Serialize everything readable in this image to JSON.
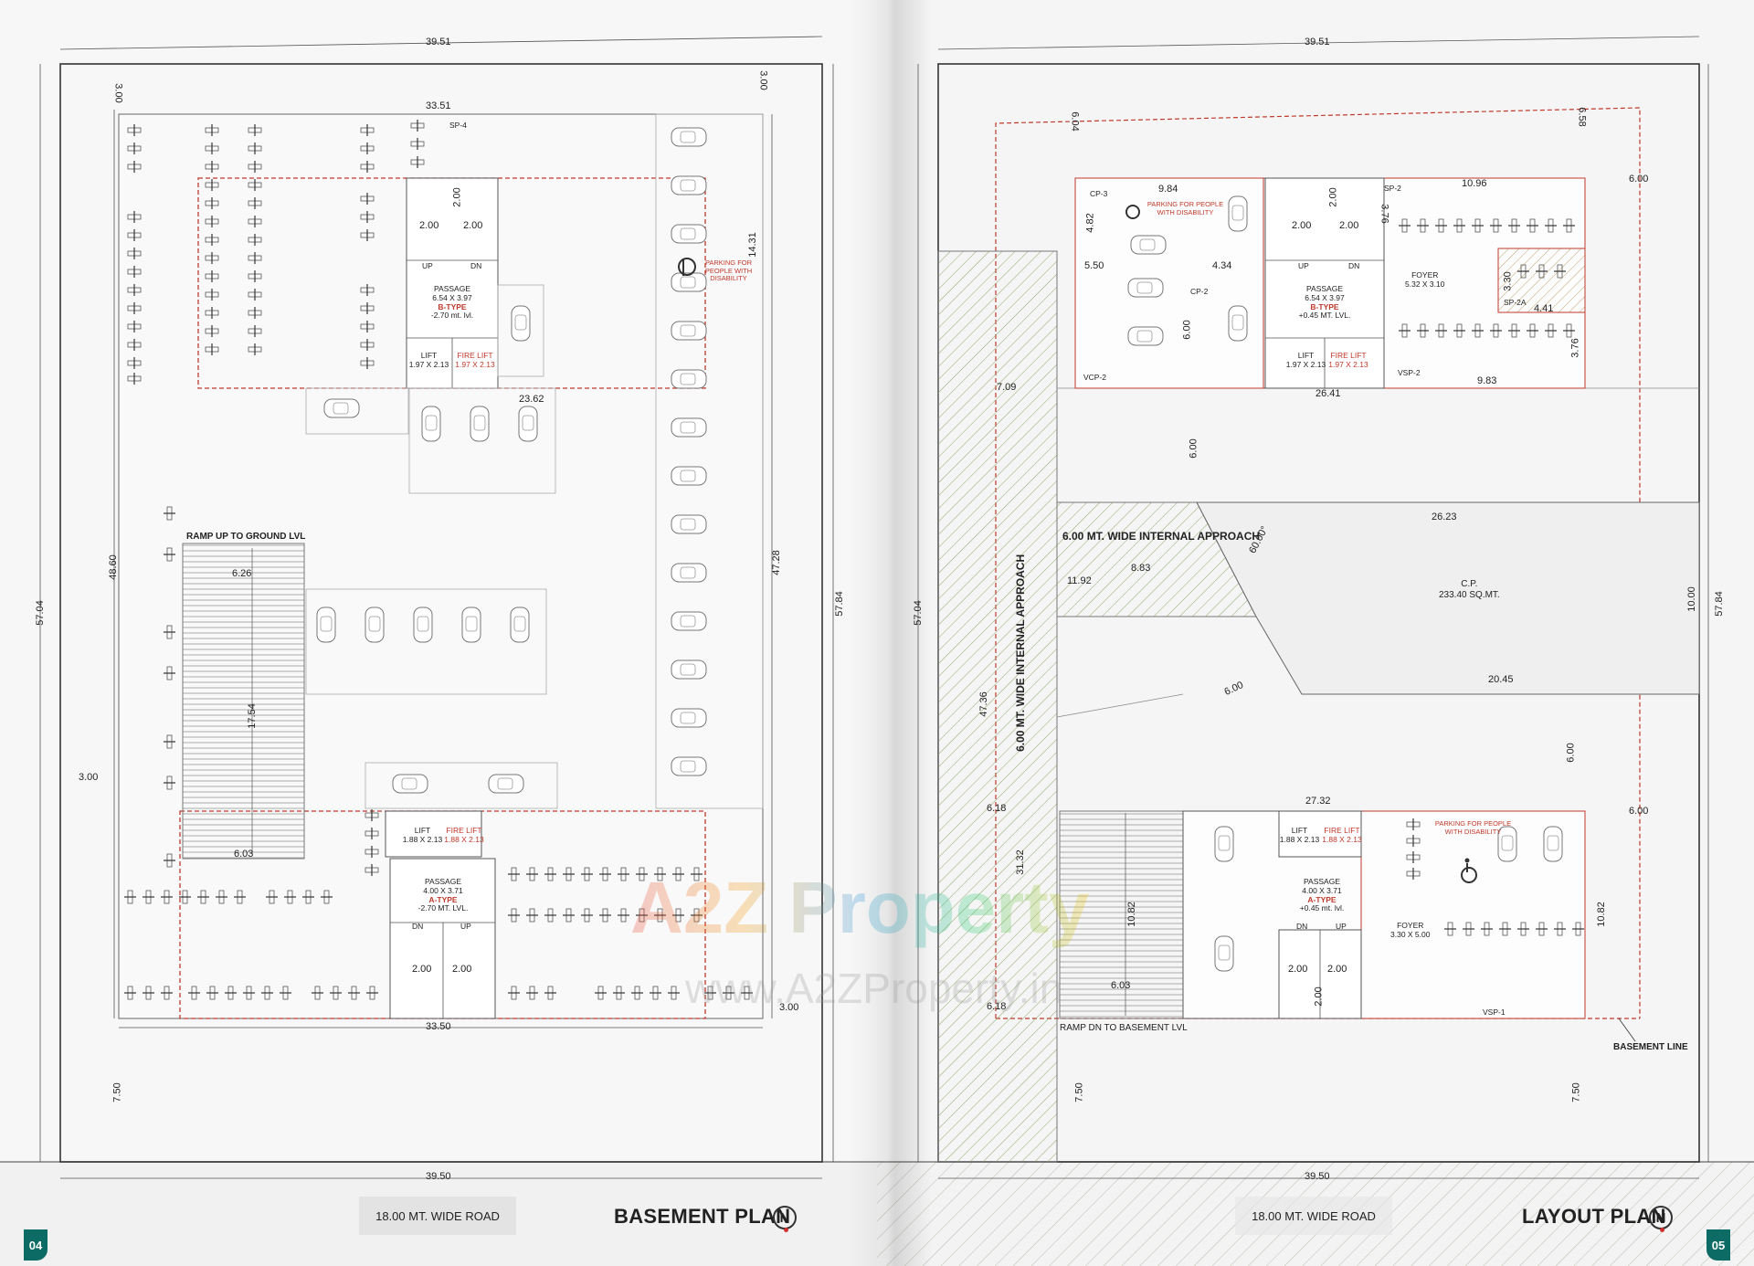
{
  "basement_plan": {
    "title": "BASEMENT PLAN",
    "page_number": "04",
    "road_label": "18.00 MT. WIDE ROAD",
    "north_label": "N",
    "ramp_label": "RAMP UP TO GROUND LVL",
    "parking_disability_label": "PARKING FOR PEOPLE WITH DISABILITY",
    "sp_label": "SP-4",
    "dims": {
      "top_total": "39.51",
      "bottom_total": "39.50",
      "inner_top": "33.51",
      "inner_bottom": "33.50",
      "left_height": "57.04",
      "right_height": "57.84",
      "inner_left": "48.60",
      "inner_right": "47.28",
      "setback_top_left": "3.00",
      "setback_top_right": "3.00",
      "setback_left": "3.00",
      "setback_bottom_right": "3.00",
      "front_left": "7.50",
      "ramp_width_top": "6.26",
      "ramp_width_bottom": "6.03",
      "ramp_length": "17.54",
      "parking_row": "23.62",
      "disability_depth": "14.31",
      "stair_a": "2.00",
      "stair_b": "2.00",
      "stair_c": "2.00",
      "stair_d": "2.00",
      "stair_e": "2.00"
    },
    "core_b": {
      "passage": "PASSAGE",
      "passage_size": "6.54 X 3.97",
      "type": "B-TYPE",
      "level": "-2.70 mt. lvl.",
      "lift": "LIFT",
      "lift_size": "1.97 X 2.13",
      "fire_lift": "FIRE LIFT",
      "fire_lift_size": "1.97 X 2.13",
      "up": "UP",
      "dn": "DN"
    },
    "core_a": {
      "passage": "PASSAGE",
      "passage_size": "4.00 X 3.71",
      "type": "A-TYPE",
      "level": "-2.70 MT. LVL.",
      "lift": "LIFT",
      "lift_size": "1.88 X 2.13",
      "fire_lift": "FIRE LIFT",
      "fire_lift_size": "1.88 X 2.13",
      "up": "UP",
      "dn": "DN"
    }
  },
  "layout_plan": {
    "title": "LAYOUT PLAN",
    "page_number": "05",
    "road_label": "18.00 MT. WIDE ROAD",
    "north_label": "N",
    "approach_label": "6.00 MT. WIDE INTERNAL APPROACH",
    "approach_vertical_label": "6.00 MT. WIDE INTERNAL APPROACH",
    "cp_label": "C.P.",
    "cp_area": "233.40 SQ.MT.",
    "ramp_label": "RAMP DN TO BASEMENT LVL",
    "basement_line": "BASEMENT LINE",
    "parking_disability_label": "PARKING FOR PEOPLE WITH DISABILITY",
    "parking_labels": [
      "CP-3",
      "CP-2",
      "VCP-2",
      "SP-2",
      "SP-2A",
      "VSP-2",
      "VSP-1"
    ],
    "foyer_b": {
      "label": "FOYER",
      "size": "5.32 X 3.10"
    },
    "foyer_a": {
      "label": "FOYER",
      "size": "3.30 X 5.00"
    },
    "core_b": {
      "passage": "PASSAGE",
      "passage_size": "6.54 X 3.97",
      "type": "B-TYPE",
      "level": "+0.45 MT. LVL.",
      "lift": "LIFT",
      "lift_size": "1.97 X 2.13",
      "fire_lift": "FIRE LIFT",
      "fire_lift_size": "1.97 X 2.13",
      "up": "UP",
      "dn": "DN"
    },
    "core_a": {
      "passage": "PASSAGE",
      "passage_size": "4.00 X 3.71",
      "type": "A-TYPE",
      "level": "+0.45 mt. lvl.",
      "lift": "LIFT",
      "lift_size": "1.88 X 2.13",
      "fire_lift": "FIRE LIFT",
      "fire_lift_size": "1.88 X 2.13",
      "up": "UP",
      "dn": "DN"
    },
    "dims": {
      "top_total": "39.51",
      "bottom_total": "39.50",
      "left_height": "57.04",
      "right_height": "57.84",
      "top_left_setback": "6.04",
      "top_right_setback": "6.58",
      "block_b_width": "10.96",
      "cp3_width": "9.84",
      "cp3_depth": "4.82",
      "d_550": "5.50",
      "d_434": "4.34",
      "sp2_depth": "3.76",
      "sp2a_depth": "3.30",
      "sp2a_width": "4.41",
      "cp2_depth": "6.00",
      "vsp2_depth": "3.76",
      "vsp2_width": "9.83",
      "block_b_total": "26.41",
      "left_709": "7.09",
      "gap_600": "6.00",
      "right_600_a": "6.00",
      "right_600_b": "6.00",
      "cp_width": "26.23",
      "cp_height": "10.00",
      "cp_bottom": "20.45",
      "angle": "60.00°",
      "d_883": "8.83",
      "d_1192": "11.92",
      "diag_600": "6.00",
      "approach_length": "47.36",
      "d_618_a": "6.18",
      "d_618_b": "6.18",
      "d_3132": "31.32",
      "block_a_width": "27.32",
      "ramp_length": "10.82",
      "ramp_width": "6.03",
      "block_a_depth": "10.82",
      "front_a": "7.50",
      "front_b": "7.50",
      "stair_a": "2.00",
      "stair_b": "2.00",
      "stair_c": "2.00",
      "stair_d": "2.00",
      "stair_e": "2.00",
      "stair_f": "2.00",
      "gap_600_b": "6.00"
    }
  },
  "watermark": {
    "brand": "A2Z Property",
    "url": "www.A2ZProperty.in"
  },
  "colors": {
    "teal": "#0c6b64",
    "red_dashed": "#c0392b",
    "hatch": "#8fa870"
  }
}
